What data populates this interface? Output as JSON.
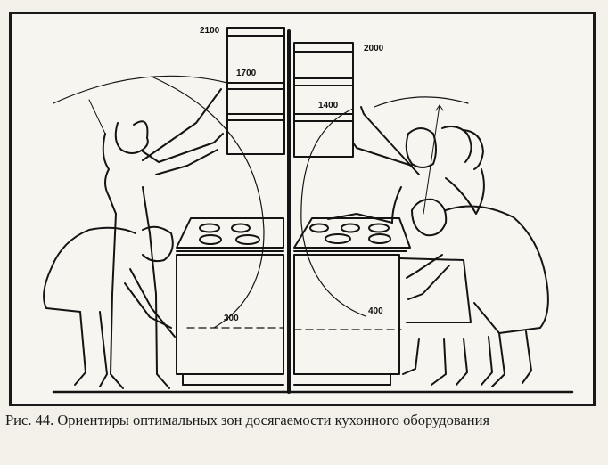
{
  "figure": {
    "labels": {
      "h2100": "2100",
      "h2000": "2000",
      "h1700": "1700",
      "h1400": "1400",
      "h300": "300",
      "h400": "400"
    },
    "ink_color": "#141414",
    "paper_color": "#f7f5f0"
  },
  "caption": {
    "figure_number": "Рис. 44.",
    "text": "Ориентиры оптимальных зон досягаемости кухонного оборудования"
  }
}
